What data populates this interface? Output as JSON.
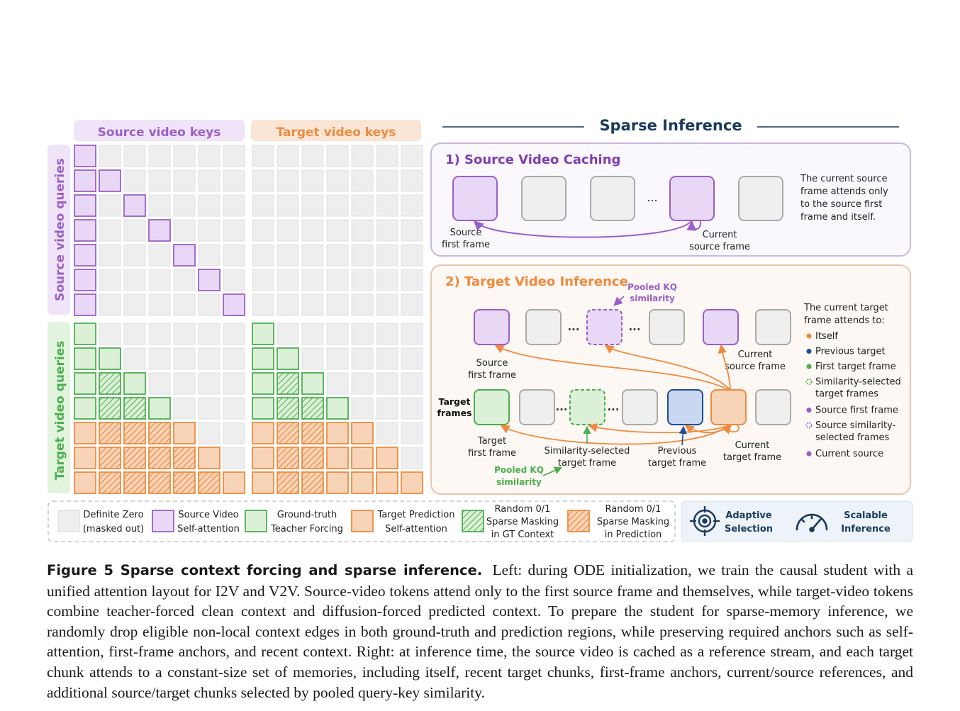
{
  "matrix": {
    "source_keys_header": "Source video keys",
    "target_keys_header": "Target video keys",
    "source_queries_label": "Source video queries",
    "target_queries_label": "Target video queries"
  },
  "legend": {
    "items": [
      {
        "line1": "Definite Zero",
        "line2": "(masked out)"
      },
      {
        "line1": "Source Video",
        "line2": "Self-attention"
      },
      {
        "line1": "Ground-truth",
        "line2": "Teacher Forcing"
      },
      {
        "line1": "Target Prediction",
        "line2": "Self-attention"
      },
      {
        "line1": "Random 0/1",
        "line2": "Sparse Masking",
        "line3": "in GT Context"
      },
      {
        "line1": "Random 0/1",
        "line2": "Sparse Masking",
        "line3": "in Prediction"
      }
    ]
  },
  "badges": {
    "adaptive": {
      "line1": "Adaptive",
      "line2": "Selection"
    },
    "scalable": {
      "line1": "Scalable",
      "line2": "Inference"
    }
  },
  "sparse": {
    "title": "Sparse Inference",
    "panel1": {
      "title": "1) Source Video Caching",
      "ellipsis": "...",
      "source_first_frame": [
        "Source",
        "first frame"
      ],
      "current_source_frame": [
        "Current",
        "source frame"
      ],
      "note": [
        "The current source",
        "frame attends only",
        "to the source first",
        "frame and itself."
      ]
    },
    "panel2": {
      "title": "2) Target Video Inference",
      "pooled_top": [
        "Pooled KQ",
        "similarity"
      ],
      "pooled_bottom": [
        "Pooled KQ",
        "similarity"
      ],
      "ellipsis": "...",
      "target_frames": [
        "Target",
        "frames"
      ],
      "source_first_frame": [
        "Source",
        "first frame"
      ],
      "current_source_frame": [
        "Current",
        "source frame"
      ],
      "target_first_frame": [
        "Target",
        "first frame"
      ],
      "similarity_selected": [
        "Similarity-selected",
        "target frame"
      ],
      "previous_target": [
        "Previous",
        "target frame"
      ],
      "current_target": [
        "Current",
        "target frame"
      ],
      "attends_title": [
        "The current target",
        "frame attends to:"
      ],
      "attends_items": [
        {
          "label": [
            "Itself"
          ],
          "color": "#f08a3e",
          "style": "dot"
        },
        {
          "label": [
            "Previous target"
          ],
          "color": "#1f4e9c",
          "style": "dot"
        },
        {
          "label": [
            "First target frame"
          ],
          "color": "#4caf50",
          "style": "dot"
        },
        {
          "label": [
            "Similarity-selected",
            "target frames"
          ],
          "color": "#4caf50",
          "style": "dashed"
        },
        {
          "label": [
            "Source first frame"
          ],
          "color": "#9c5fc8",
          "style": "dot"
        },
        {
          "label": [
            "Source similarity-",
            "selected frames"
          ],
          "color": "#9c5fc8",
          "style": "dashed"
        },
        {
          "label": [
            "Current source"
          ],
          "color": "#9c5fc8",
          "style": "dot"
        }
      ]
    }
  },
  "caption": {
    "head": "Figure 5  Sparse context forcing and sparse inference.",
    "body": "Left: during ODE initialization, we train the causal student with a unified attention layout for I2V and V2V. Source-video tokens attend only to the first source frame and themselves, while target-video tokens combine teacher-forced clean context and diffusion-forced predicted context. To prepare the student for sparse-memory inference, we randomly drop eligible non-local context edges in both ground-truth and prediction regions, while preserving required anchors such as self-attention, first-frame anchors, and recent context. Right: at inference time, the source video is cached as a reference stream, and each target chunk attends to a constant-size set of memories, including itself, recent target chunks, first-frame anchors, current/source references, and additional source/target chunks selected by pooled query-key similarity."
  },
  "colors": {
    "purple": "#9c5fc8",
    "purple_fill": "#e8d8f5",
    "green": "#4caf50",
    "green_fill": "#dbf0d6",
    "orange": "#f08a3e",
    "orange_fill": "#f7d3b8",
    "blue": "#1f4e9c",
    "blue_fill": "#c9d8f0",
    "gray_fill": "#eeeeee",
    "navy": "#1b3a5c"
  }
}
